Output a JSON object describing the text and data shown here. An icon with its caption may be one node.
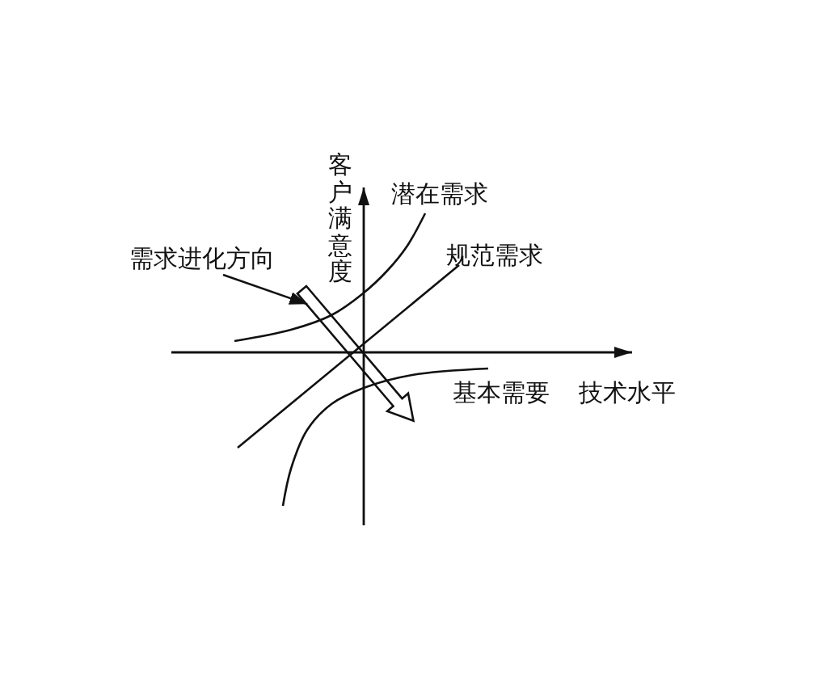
{
  "diagram": {
    "nodes": [
      {
        "text": [
          "需求进化方向"
        ]
      },
      {
        "text": [],
        "shape": "arrow"
      }
    ],
    "edges": [
      {
        "from": 0,
        "to": 1,
        "arrow": "to"
      }
    ],
    "labels": [
      "客户满意度",
      "潜在需求",
      "规范需求",
      "基本需要",
      "技术水平"
    ]
  }
}
